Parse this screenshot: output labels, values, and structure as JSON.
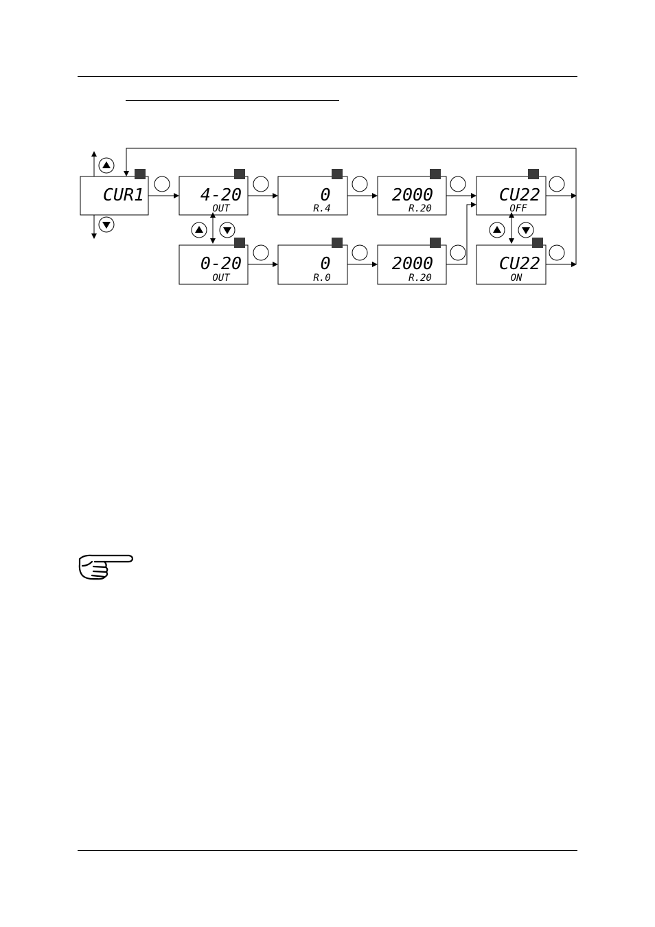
{
  "diagram": {
    "displays": [
      {
        "id": "cur1",
        "main": "CUR1",
        "sub": ""
      },
      {
        "id": "out-4-20",
        "main": "4-20",
        "sub": "OUT"
      },
      {
        "id": "r4",
        "main": "0",
        "sub": "R.4"
      },
      {
        "id": "r20-top",
        "main": "2000",
        "sub": "R.20"
      },
      {
        "id": "cu22-off",
        "main": "CU22",
        "sub": "OFF"
      },
      {
        "id": "out-0-20",
        "main": "0-20",
        "sub": "OUT"
      },
      {
        "id": "r0",
        "main": "0",
        "sub": "R.0"
      },
      {
        "id": "r20-bot",
        "main": "2000",
        "sub": "R.20"
      },
      {
        "id": "cu22-on",
        "main": "CU22",
        "sub": "ON"
      }
    ],
    "icons": {
      "up": "up-arrow-button-icon",
      "down": "down-arrow-button-icon",
      "enter": "enter-button-icon",
      "note": "pointing-hand-icon"
    }
  }
}
